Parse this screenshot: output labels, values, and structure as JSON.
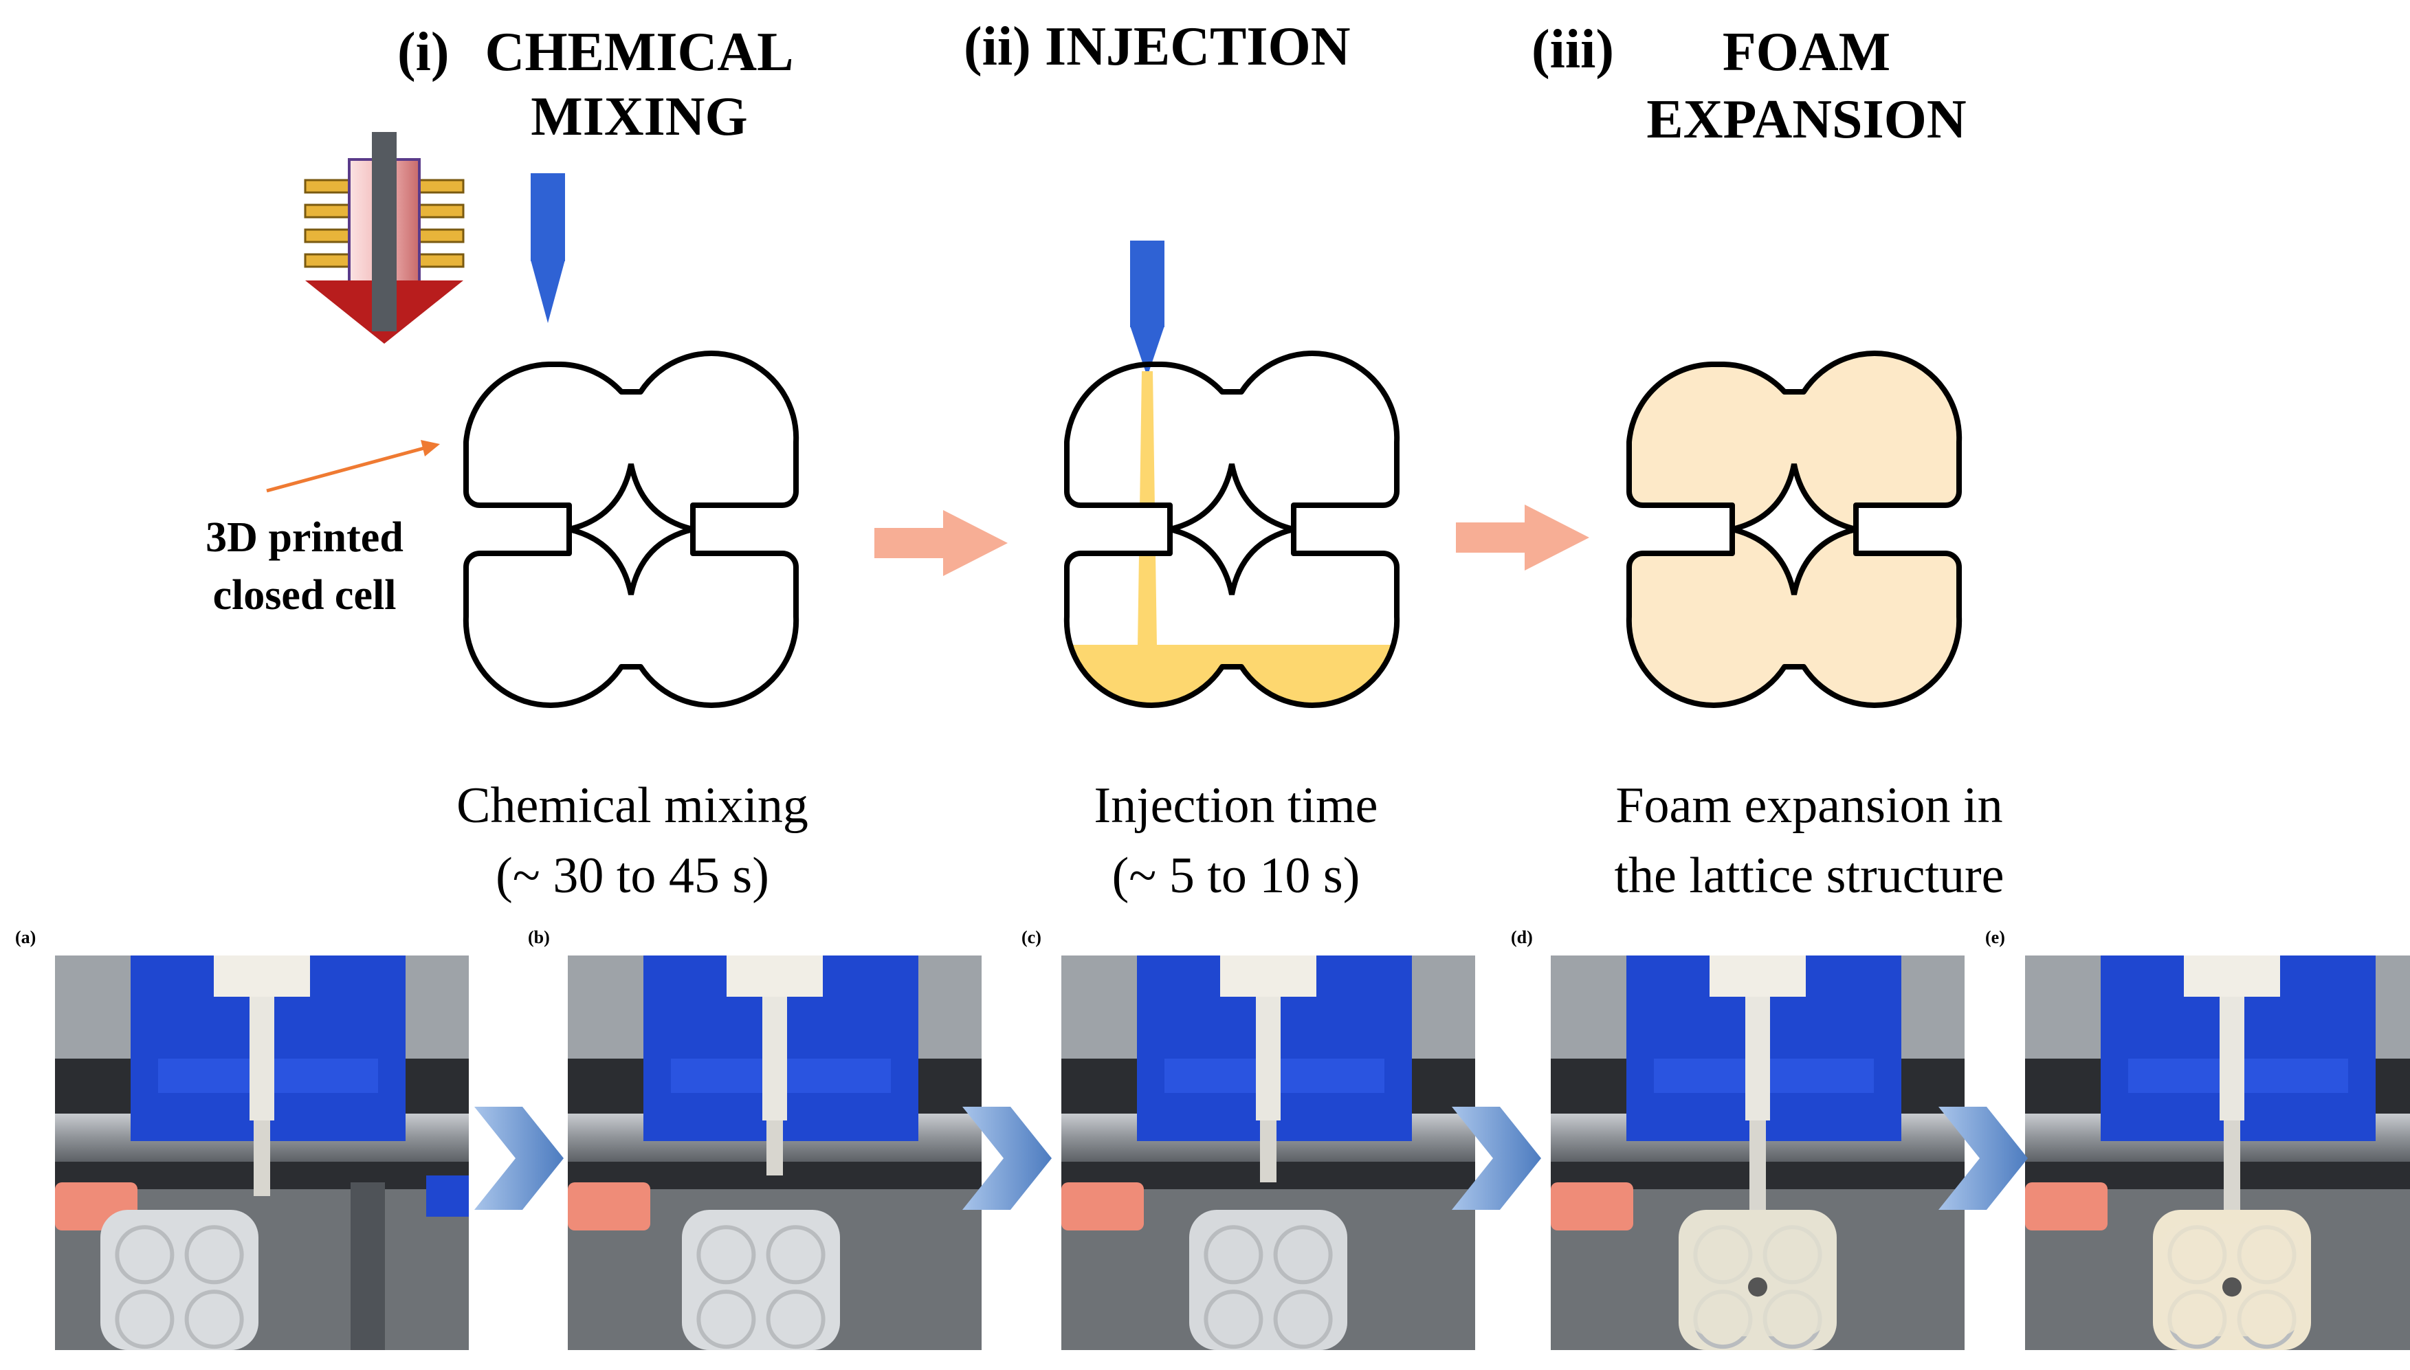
{
  "stages": [
    {
      "numeral": "(i)",
      "title_lines": [
        "CHEMICAL",
        "MIXING"
      ],
      "caption_lines": [
        "Chemical mixing",
        "(~ 30 to 45 s)"
      ]
    },
    {
      "numeral": "(ii)",
      "title_lines": [
        "INJECTION"
      ],
      "caption_lines": [
        "Injection time",
        "(~ 5 to 10 s)"
      ]
    },
    {
      "numeral": "(iii)",
      "title_lines": [
        "FOAM",
        "EXPANSION"
      ],
      "caption_lines": [
        "Foam expansion in",
        "the lattice structure"
      ]
    }
  ],
  "annotation": {
    "lines": [
      "3D printed",
      "closed cell"
    ]
  },
  "photo_panels": [
    {
      "label": "(a)"
    },
    {
      "label": "(b)"
    },
    {
      "label": "(c)"
    },
    {
      "label": "(d)"
    },
    {
      "label": "(e)"
    }
  ],
  "colors": {
    "nozzle_blue": "#2f62d4",
    "extruder_red": "#b81d1d",
    "heater_gold": "#e8b43a",
    "arrow_salmon": "#f7ae95",
    "chevron_blue": "#7fa3d6",
    "liquid_yellow": "#fdd76f",
    "foam_cream": "#fde9c8",
    "machine_blue": "#1f47d0"
  }
}
